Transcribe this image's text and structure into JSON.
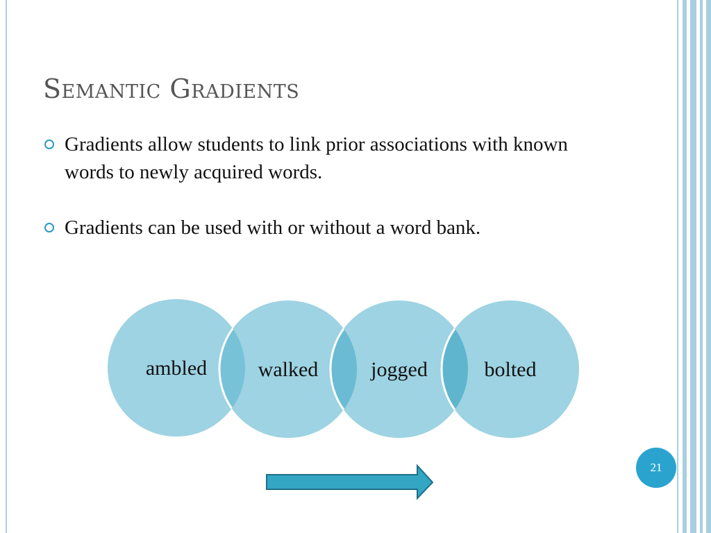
{
  "slide": {
    "title": "Semantic Gradients",
    "bullets": [
      "Gradients allow students to link prior associations with known words to newly acquired words.",
      "Gradients can be used with or without a word bank."
    ],
    "gradient_words": [
      "ambled",
      "walked",
      "jogged",
      "bolted"
    ],
    "page_number": "21",
    "colors": {
      "circle_fill": "#9dd3e2",
      "overlap_fill": "#62b7cf",
      "arrow_fill": "#33a6c4",
      "arrow_stroke": "#1f6f88",
      "accent": "#2aa4ce"
    },
    "icons": {
      "bullet": "circle-bullet-icon",
      "arrow": "right-arrow-icon"
    }
  }
}
